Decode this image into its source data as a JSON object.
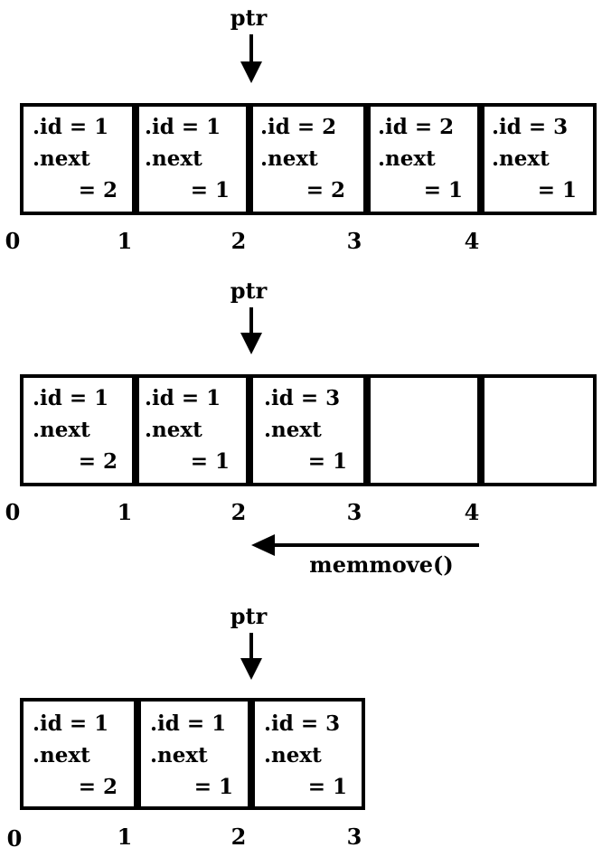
{
  "pointer_label": "ptr",
  "memmove_label": "memmove()",
  "id_prefix": ".id = ",
  "next_label": ".next",
  "next_prefix": "= ",
  "rows": [
    {
      "cells": [
        {
          "id": "1",
          "next": "2"
        },
        {
          "id": "1",
          "next": "1"
        },
        {
          "id": "2",
          "next": "2"
        },
        {
          "id": "2",
          "next": "1"
        },
        {
          "id": "3",
          "next": "1"
        }
      ],
      "indices": [
        "0",
        "1",
        "2",
        "3",
        "4"
      ]
    },
    {
      "cells": [
        {
          "id": "1",
          "next": "2"
        },
        {
          "id": "1",
          "next": "1"
        },
        {
          "id": "3",
          "next": "1"
        },
        {
          "id": "",
          "next": ""
        },
        {
          "id": "",
          "next": ""
        }
      ],
      "indices": [
        "0",
        "1",
        "2",
        "3",
        "4"
      ]
    },
    {
      "cells": [
        {
          "id": "1",
          "next": "2"
        },
        {
          "id": "1",
          "next": "1"
        },
        {
          "id": "3",
          "next": "1"
        }
      ],
      "indices": [
        "0",
        "1",
        "2",
        "3"
      ]
    }
  ]
}
